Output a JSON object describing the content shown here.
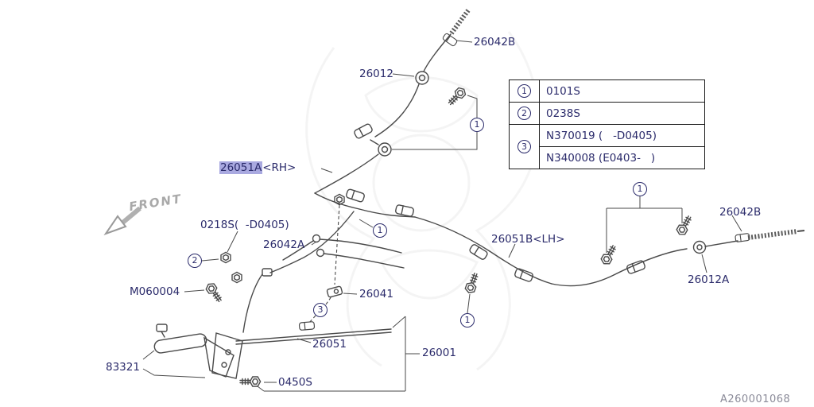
{
  "colors": {
    "label": "#2b2b6b",
    "line": "#4a4a4a",
    "highlight": "#a9a9e0",
    "muted": "#9a9aa8"
  },
  "front_marker": {
    "label": "FRONT"
  },
  "drawing_number": "A260001068",
  "callouts": {
    "one": "1",
    "two": "2",
    "three": "3"
  },
  "labels": {
    "cable_clip_top": "26042B",
    "rh_cable_upper": "26012",
    "rh_cable": "26051A",
    "rh_cable_suffix": "<RH>",
    "adjuster_nut": "0218S(  -D0405)",
    "inner_cable": "26042A",
    "bolt_lever": "M060004",
    "cable_clamp": "26041",
    "front_rod": "26051",
    "lever_assembly": "26001",
    "lever_grip": "83321",
    "lever_bolt": "0450S",
    "lh_cable": "26051B<LH>",
    "cable_clip_right": "26042B",
    "lh_cable_end": "26012A"
  },
  "parts_table": {
    "rows": [
      {
        "ref": "1",
        "code": "0101S"
      },
      {
        "ref": "2",
        "code": "0238S"
      }
    ],
    "span_row": {
      "ref": "3",
      "codes": [
        "N370019 (   -D0405)",
        "N340008 (E0403-   )"
      ]
    }
  }
}
